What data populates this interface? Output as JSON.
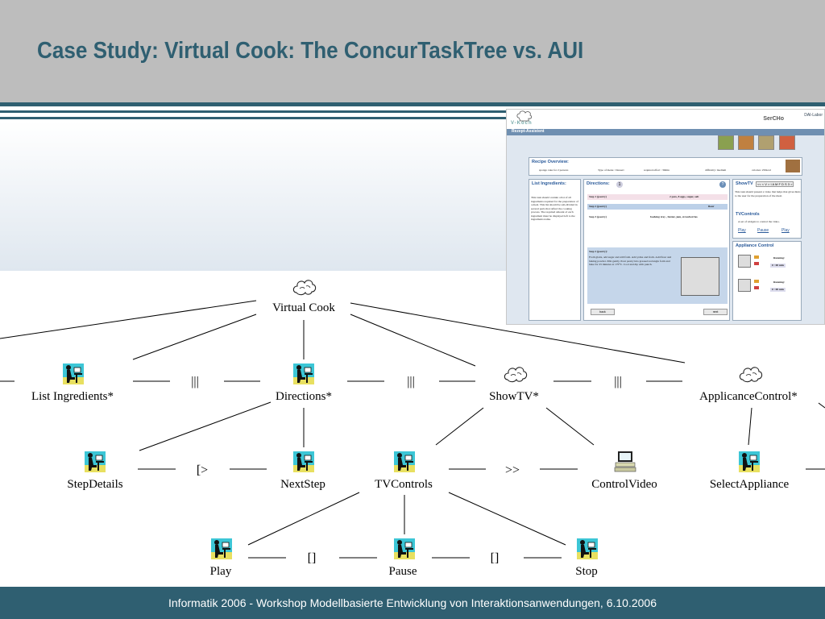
{
  "slide": {
    "title": "Case Study: Virtual Cook: The ConcurTaskTree vs. AUI",
    "footer": "Informatik 2006 - Workshop Modellbasierte Entwicklung von Interaktionsanwendungen, 6.10.2006"
  },
  "colors": {
    "accent": "#2f5f71",
    "header_bg": "#bdbdbd"
  },
  "tree": {
    "nodes": {
      "root": {
        "label": "Virtual Cook",
        "icon": "abstract-task-cloud-icon"
      },
      "list_ingredients": {
        "label": "List Ingredients*",
        "icon": "user-task-icon"
      },
      "directions": {
        "label": "Directions*",
        "icon": "user-task-icon"
      },
      "showtv": {
        "label": "ShowTV*",
        "icon": "abstract-task-cloud-icon"
      },
      "appliance_control": {
        "label": "ApplicanceControl*",
        "icon": "abstract-task-cloud-icon"
      },
      "step_details": {
        "label": "StepDetails",
        "icon": "user-task-icon"
      },
      "next_step": {
        "label": "NextStep",
        "icon": "user-task-icon"
      },
      "tv_controls": {
        "label": "TVControls",
        "icon": "user-task-icon"
      },
      "control_video": {
        "label": "ControlVideo",
        "icon": "application-task-computer-icon"
      },
      "select_appliance": {
        "label": "SelectAppliance",
        "icon": "user-task-icon"
      },
      "play": {
        "label": "Play",
        "icon": "user-task-icon"
      },
      "pause": {
        "label": "Pause",
        "icon": "user-task-icon"
      },
      "stop": {
        "label": "Stop",
        "icon": "user-task-icon"
      }
    },
    "operators": {
      "interleave_1": "|||",
      "interleave_2": "|||",
      "interleave_3": "|||",
      "disable": "[>",
      "enable": ">>",
      "choice_1": "[]",
      "choice_2": "[]"
    }
  },
  "screenshot": {
    "logo": "V-Koch",
    "brand": "SerCHo",
    "brand_secondary": "DAI-Labor",
    "bar_title": "Rezept-Assistent",
    "recipe_overview": {
      "title": "Recipe Overview:",
      "fields": [
        "sponge cake for 2 persons",
        "Type of menu : Dessert",
        "required effort : 30min",
        "difficulty: medium",
        "calories: 250kcal"
      ]
    },
    "list_ingredients": {
      "title": "List Ingredients:",
      "text": "This task should contain a list of all ingredients required for the preparation of a meal. This list should be sub-divided in several parts that reflect the cooking process. The required amount of each ingredient must be displayed left to the ingredients name."
    },
    "directions": {
      "title": "Directions:",
      "badge": "1",
      "steps": [
        {
          "name": "Step 1 (pastry)",
          "detail": "2 pots, 8 eggs, sugar, salt"
        },
        {
          "name": "Step 2 (pastry)",
          "detail": "flour"
        },
        {
          "name": "Step 3 (pastry)",
          "detail": "backing tray , butter, jam, strawberries"
        }
      ],
      "detail_title": "Step 2 (pastry):",
      "detail_text": "Froth glairs, add sugar and still froth. Add yolks and froth. Add flour and baking powder. Mix gently. Pour pastry into greased rectangle form and bake for 25 minutes at 170°C. Cool and dip with punch.",
      "back_button": "back",
      "next_button": "next"
    },
    "showtv": {
      "title": "ShowTV",
      "controls": "<< < V > I A M F D S 3 >",
      "text": "This task should present a video that helps that gives hints to the user for the preparation of the meal.",
      "tvcontrols_title": "TVControls",
      "tvcontrols_text": "A set of widgets to control the video.",
      "links": [
        "Play",
        "Pause",
        "Play"
      ]
    },
    "appliance_control": {
      "title": "Appliance Control",
      "items": [
        {
          "label": "Running:",
          "value": "0 : 00 min"
        },
        {
          "label": "Running:",
          "value": "0 : 00 min"
        }
      ]
    }
  }
}
